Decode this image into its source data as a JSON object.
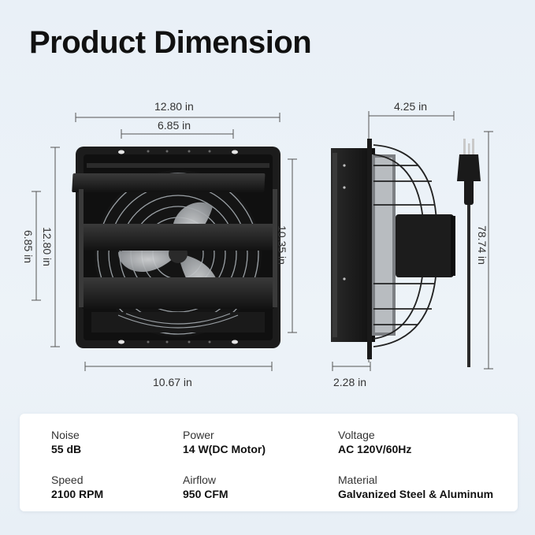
{
  "title": "Product Dimension",
  "dimensions": {
    "front_width": "12.80 in",
    "front_inner_width": "6.85 in",
    "front_height": "12.80 in",
    "front_inner_height": "6.85 in",
    "front_right_height": "10.35 in",
    "front_bottom_width": "10.67 in",
    "side_depth": "4.25 in",
    "side_flange": "2.28 in",
    "cord_length": "78.74 in"
  },
  "specs": [
    {
      "label": "Noise",
      "value": "55 dB"
    },
    {
      "label": "Power",
      "value": "14 W(DC Motor)"
    },
    {
      "label": "Voltage",
      "value": "AC 120V/60Hz"
    },
    {
      "label": "Speed",
      "value": "2100 RPM"
    },
    {
      "label": "Airflow",
      "value": "950 CFM"
    },
    {
      "label": "Material",
      "value": "Galvanized Steel & Aluminum"
    }
  ],
  "colors": {
    "background": "#e9f0f7",
    "product": "#1c1c1c",
    "dim_line": "#555555"
  }
}
